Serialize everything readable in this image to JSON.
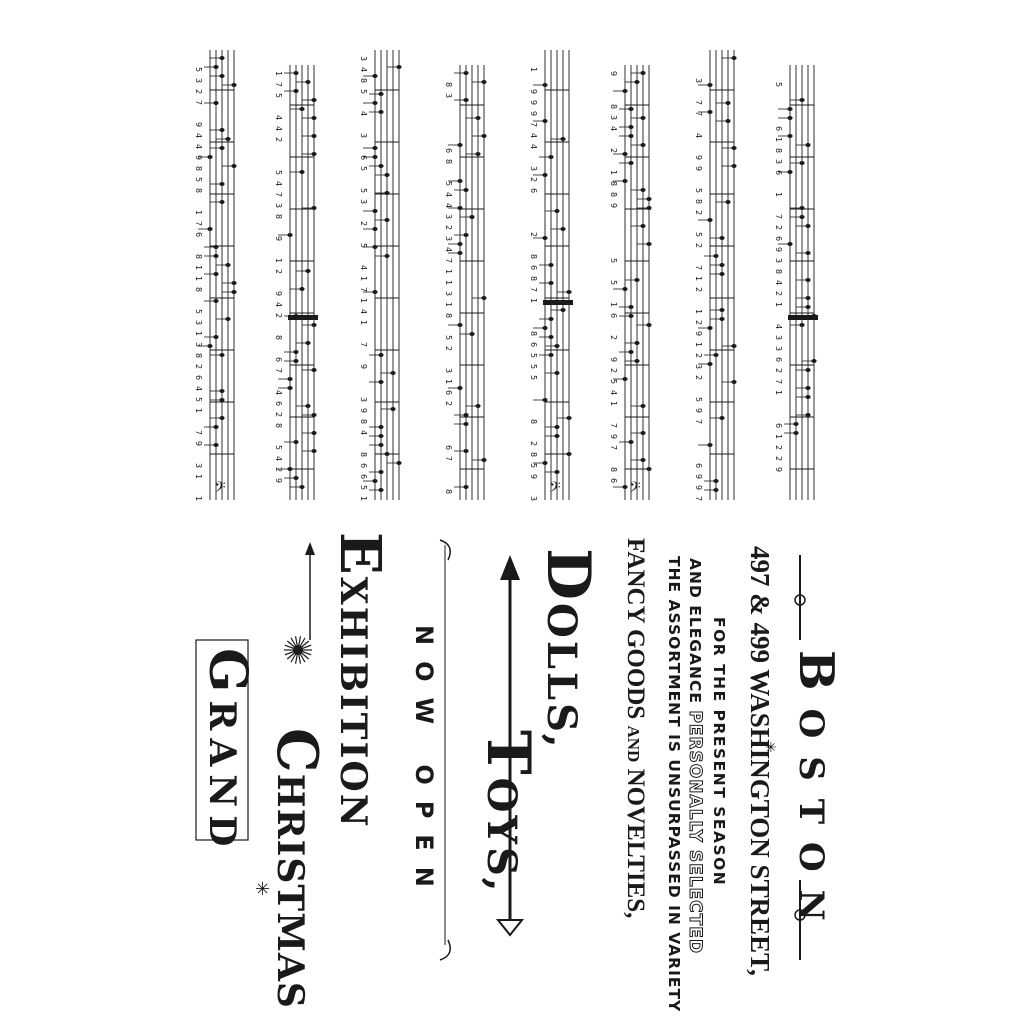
{
  "advertisement": {
    "grand": {
      "initial": "G",
      "rest": "RAND"
    },
    "christmas": {
      "initial": "C",
      "rest": "HRISTMAS"
    },
    "exhibition": {
      "initial": "E",
      "rest": "XHIBITION"
    },
    "now_open": "NOW OPEN",
    "toys": {
      "initial": "T",
      "rest": "OYS,"
    },
    "dolls": {
      "initial": "D",
      "rest": "OLLS,"
    },
    "fancy": {
      "part1": "FANCY GOODS ",
      "and": "AND",
      "part2": " NOVELTIES,"
    },
    "assortment": "THE ASSORTMENT IS UNSURPASSED IN VARIETY",
    "elegance": {
      "prefix": "AND ELEGANCE ",
      "highlight": "PERSONALLY SELECTED"
    },
    "season": "FOR THE PRESENT SEASON",
    "address": "497 & 499 WASHINGTON STREET,",
    "boston": {
      "initial": "B",
      "rest": "OSTON"
    }
  },
  "palette": {
    "ink": "#1a1a1a",
    "paper": "#ffffff"
  },
  "icons": [
    "music-staff-icon",
    "arrow-ornament-icon",
    "flourish-ornament-icon",
    "sunburst-ornament-icon"
  ]
}
